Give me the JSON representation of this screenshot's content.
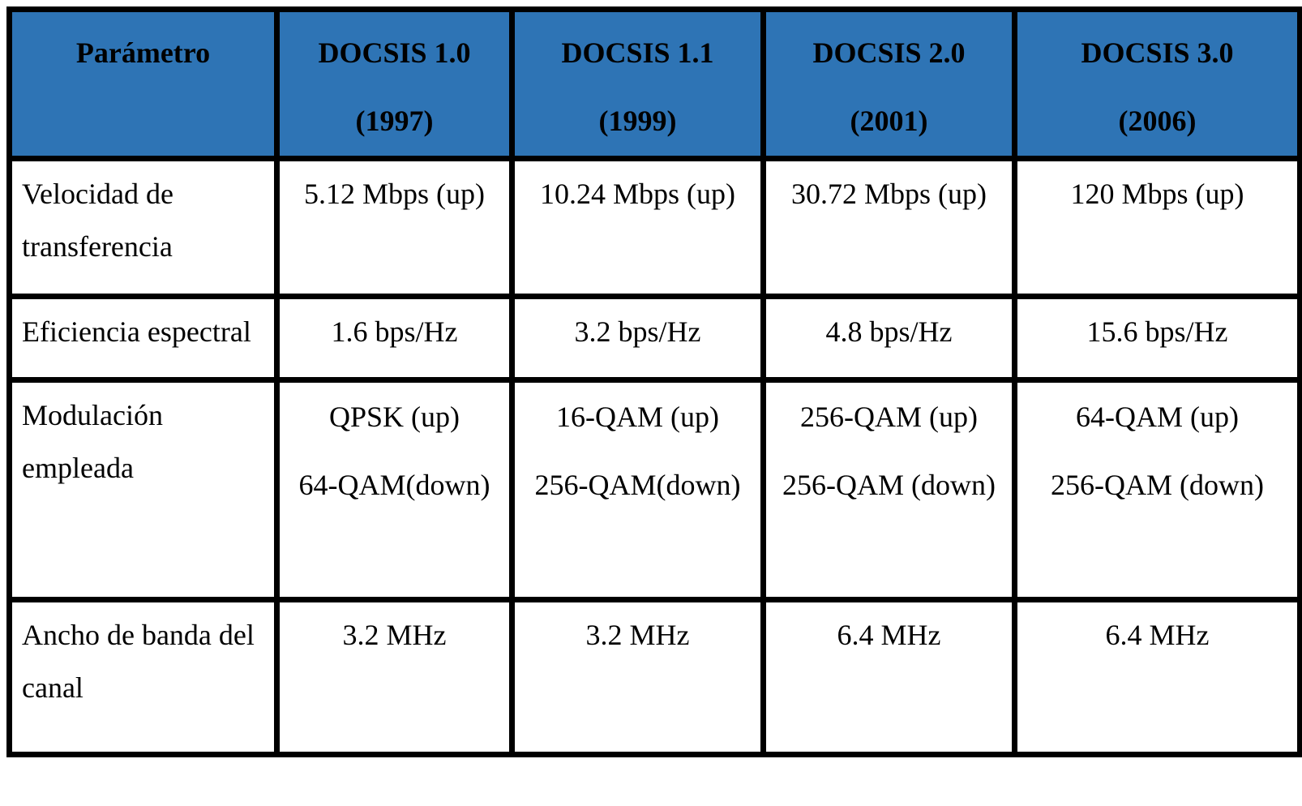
{
  "table": {
    "header": {
      "param_label": "Parámetro",
      "columns": [
        {
          "name": "DOCSIS 1.0",
          "year": "(1997)"
        },
        {
          "name": "DOCSIS 1.1",
          "year": "(1999)"
        },
        {
          "name": "DOCSIS 2.0",
          "year": "(2001)"
        },
        {
          "name": "DOCSIS 3.0",
          "year": "(2006)"
        }
      ]
    },
    "rows": [
      {
        "param": "Velocidad de transferencia",
        "values": [
          [
            "5.12 Mbps (up)"
          ],
          [
            "10.24 Mbps (up)"
          ],
          [
            "30.72 Mbps (up)"
          ],
          [
            "120 Mbps (up)"
          ]
        ]
      },
      {
        "param": "Eficiencia espectral",
        "values": [
          [
            "1.6 bps/Hz"
          ],
          [
            "3.2 bps/Hz"
          ],
          [
            "4.8 bps/Hz"
          ],
          [
            "15.6 bps/Hz"
          ]
        ]
      },
      {
        "param": "Modulación empleada",
        "values": [
          [
            "QPSK (up)",
            "64-QAM(down)"
          ],
          [
            "16-QAM (up)",
            "256-QAM(down)"
          ],
          [
            "256-QAM (up)",
            "256-QAM (down)"
          ],
          [
            "64-QAM (up)",
            "256-QAM (down)"
          ]
        ]
      },
      {
        "param": "Ancho de banda del canal",
        "values": [
          [
            "3.2 MHz"
          ],
          [
            "3.2 MHz"
          ],
          [
            "6.4 MHz"
          ],
          [
            "6.4 MHz"
          ]
        ]
      }
    ]
  },
  "colors": {
    "header_bg": "#2e74b5",
    "border": "#000000",
    "text": "#000000"
  }
}
